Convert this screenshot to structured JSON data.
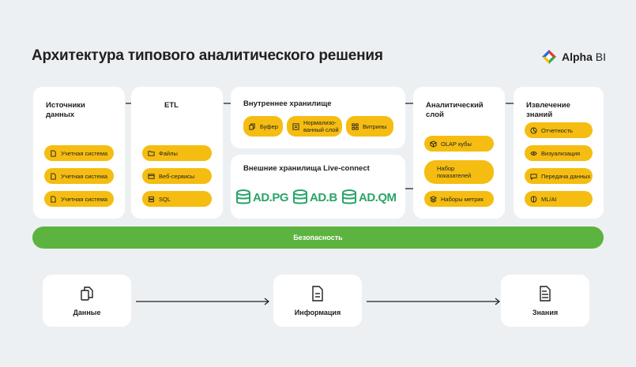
{
  "title": "Архитектура типового аналитического решения",
  "logo": {
    "brand": "Alpha",
    "product": "BI"
  },
  "columns": {
    "sources": {
      "title": "Источники данных",
      "items": [
        "Учетная система",
        "Учетная система",
        "Учетная система"
      ]
    },
    "etl": {
      "title": "ETL",
      "items": [
        "Файлы",
        "Веб-сервисы",
        "SQL"
      ]
    },
    "internal": {
      "title": "Внутреннее хранилище",
      "items": [
        "Буфер",
        "Нормализо-ванный слой",
        "Витрины"
      ]
    },
    "external": {
      "title": "Внешние хранилища Live-connect",
      "logos": [
        {
          "prefix": "AD.",
          "suffix": "PG"
        },
        {
          "prefix": "AD.",
          "suffix": "B"
        },
        {
          "prefix": "AD.",
          "suffix": "QM"
        }
      ]
    },
    "analytic": {
      "title": "Аналитический слой",
      "items": [
        "OLAP кубы",
        "Набор показателей",
        "Наборы метрик"
      ]
    },
    "knowledge": {
      "title": "Извлечение знаний",
      "items": [
        "Отчетность",
        "Визуализация",
        "Передача данных",
        "ML/AI"
      ]
    }
  },
  "security": "Безопасность",
  "bottom": [
    "Данные",
    "Информация",
    "Знания"
  ],
  "icons": {
    "sources": [
      "document-icon",
      "document-icon",
      "document-icon"
    ],
    "etl": [
      "folder-icon",
      "window-icon",
      "database-icon"
    ],
    "internal": [
      "copy-icon",
      "list-icon",
      "grid-icon"
    ],
    "analytic": [
      "cube-icon",
      "",
      "layers-icon"
    ],
    "knowledge": [
      "report-icon",
      "eye-icon",
      "chat-icon",
      "brain-icon"
    ]
  },
  "colors": {
    "accent": "#f5bd12",
    "security": "#5db33f",
    "ad_logo": "#2aa36b",
    "background": "#edf0f3"
  }
}
